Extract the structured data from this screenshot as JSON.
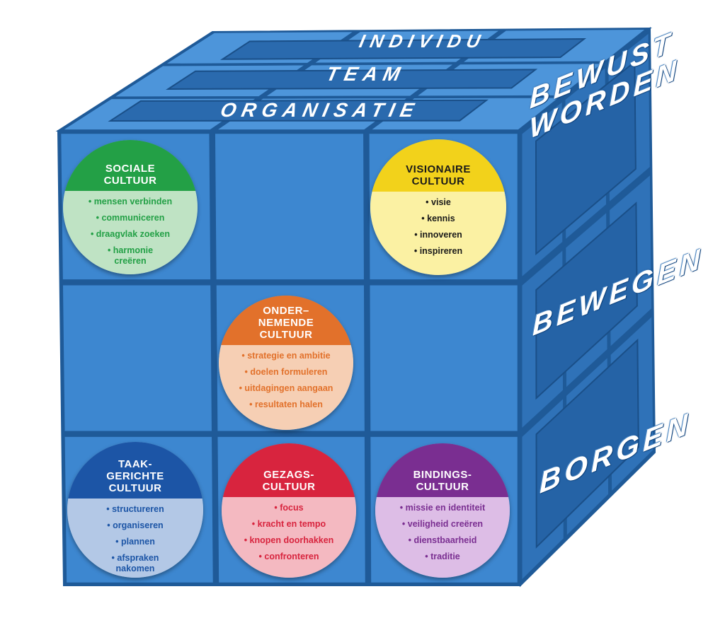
{
  "top_labels": [
    "INDIVIDU",
    "TEAM",
    "ORGANISATIE"
  ],
  "side_labels": [
    "BEWUST WORDEN",
    "BEWEGEN",
    "BORGEN"
  ],
  "cultures": {
    "sociale": {
      "title_lines": [
        "SOCIALE",
        "CULTUUR"
      ],
      "items": [
        "• mensen verbinden",
        "• communiceren",
        "• draagvlak zoeken",
        "• harmonie creëren"
      ],
      "color": "#23a046",
      "light": "#bfe3c4",
      "text_color": "#23a046"
    },
    "visionaire": {
      "title_lines": [
        "VISIONAIRE",
        "CULTUUR"
      ],
      "items": [
        "• visie",
        "• kennis",
        "• innoveren",
        "• inspireren"
      ],
      "color": "#f2d21b",
      "light": "#fbf1a3",
      "text_color": "#1a1a1a"
    },
    "ondernemende": {
      "title_lines": [
        "ONDER–",
        "NEMENDE",
        "CULTUUR"
      ],
      "items": [
        "• strategie en ambitie",
        "• doelen formuleren",
        "• uitdagingen aangaan",
        "• resultaten halen"
      ],
      "color": "#e2712b",
      "light": "#f6cfb4",
      "text_color": "#e2712b"
    },
    "taakgerichte": {
      "title_lines": [
        "TAAK-",
        "GERICHTE",
        "CULTUUR"
      ],
      "items": [
        "• structureren",
        "• organiseren",
        "• plannen",
        "• afspraken nakomen"
      ],
      "color": "#1c55a6",
      "light": "#b3c8e6",
      "text_color": "#1c55a6"
    },
    "gezags": {
      "title_lines": [
        "GEZAGS-",
        "CULTUUR"
      ],
      "items": [
        "• focus",
        "• kracht en tempo",
        "• knopen doorhakken",
        "• confronteren"
      ],
      "color": "#d8243e",
      "light": "#f4b9c1",
      "text_color": "#d8243e"
    },
    "bindings": {
      "title_lines": [
        "BINDINGS-",
        "CULTUUR"
      ],
      "items": [
        "• missie en identiteit",
        "• veiligheid creëren",
        "• dienstbaarheid",
        "• traditie"
      ],
      "color": "#7a2e91",
      "light": "#ddbde6",
      "text_color": "#7a2e91"
    }
  },
  "cube_colors": {
    "front": "#3d87d0",
    "top": "#4d95da",
    "side": "#2f72b8",
    "edge": "#1f5a98"
  }
}
